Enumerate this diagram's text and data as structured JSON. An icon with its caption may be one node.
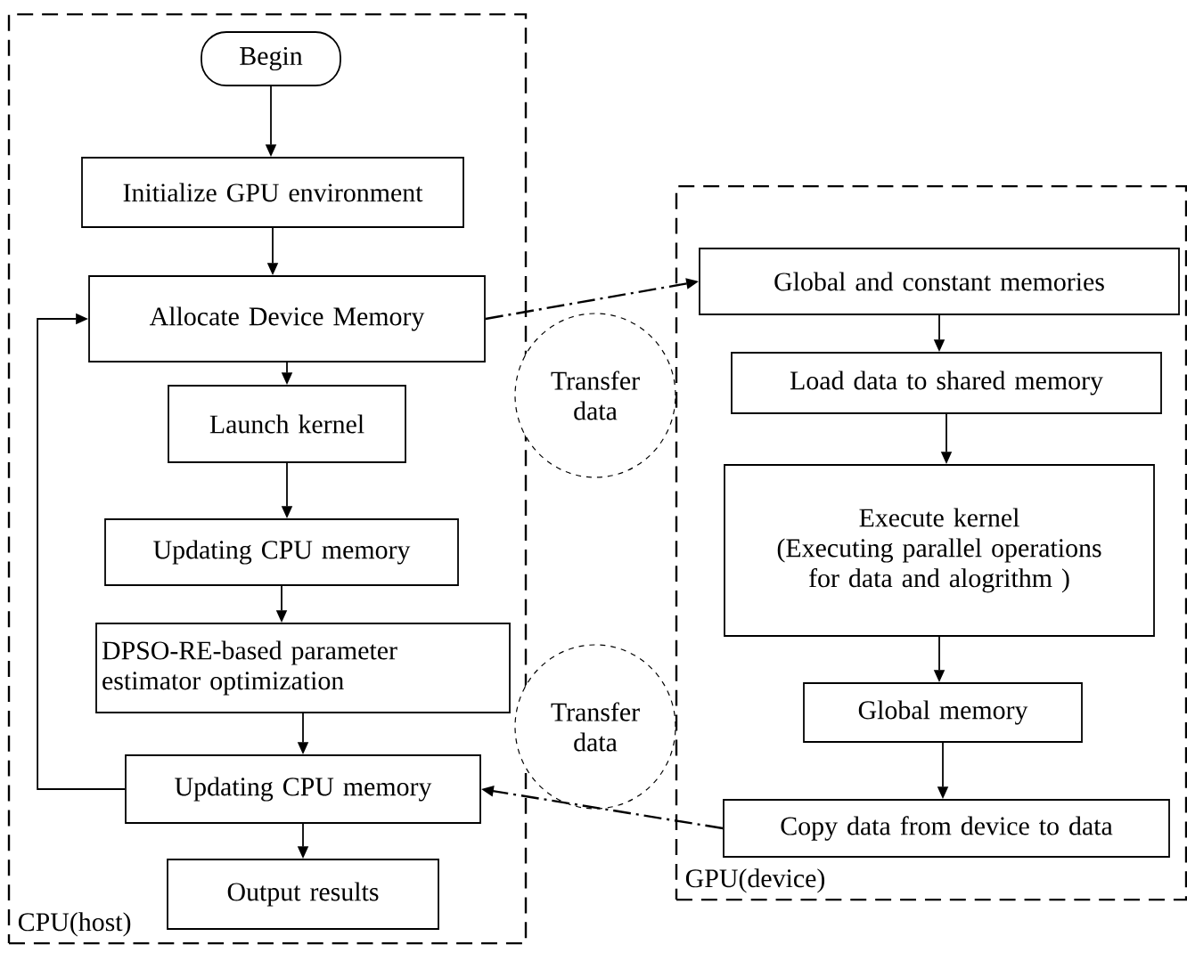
{
  "diagram": {
    "nodes": [
      {
        "text": [
          "CPU(host)"
        ]
      },
      {
        "text": [
          "Begin"
        ],
        "in": 0
      },
      {
        "text": [
          "Initialize GPU environment"
        ],
        "in": 0
      },
      {
        "text": [
          "Allocate Device Memory"
        ],
        "in": 0
      },
      {
        "text": [
          "Launch kernel"
        ],
        "in": 0
      },
      {
        "text": [
          "Updating CPU memory"
        ],
        "in": 0
      },
      {
        "text": [
          "DPSO-RE-based parameter estimator optimization"
        ],
        "in": 0
      },
      {
        "text": [
          "Updating CPU memory"
        ],
        "in": 0
      },
      {
        "text": [
          "Output results"
        ],
        "in": 0
      },
      {
        "text": [
          "GPU(device)"
        ]
      },
      {
        "text": [
          "Global and constant memories"
        ],
        "in": 9
      },
      {
        "text": [
          "Load data to shared memory"
        ],
        "in": 9
      },
      {
        "text": [
          "Execute kernel",
          "(Executing parallel operations for data and alogrithm )"
        ],
        "in": 9
      },
      {
        "text": [
          "Global memory"
        ],
        "in": 9
      },
      {
        "text": [
          "Copy data from device to data"
        ],
        "in": 9
      },
      {
        "text": [
          "Transfer data"
        ]
      },
      {
        "text": [
          "Transfer data"
        ]
      }
    ],
    "edges": [
      {
        "from": 1,
        "to": 2,
        "arrow": "to"
      },
      {
        "from": 2,
        "to": 3,
        "arrow": "to"
      },
      {
        "from": 3,
        "to": 4,
        "arrow": "to"
      },
      {
        "from": 4,
        "to": 5,
        "arrow": "to"
      },
      {
        "from": 5,
        "to": 6,
        "arrow": "to"
      },
      {
        "from": 6,
        "to": 7,
        "arrow": "to"
      },
      {
        "from": 7,
        "to": 8,
        "arrow": "to"
      },
      {
        "from": 7,
        "to": 3,
        "arrow": "to"
      },
      {
        "from": 3,
        "to": 10,
        "arrow": "to",
        "style": "dashed"
      },
      {
        "from": 10,
        "to": 11,
        "arrow": "to"
      },
      {
        "from": 11,
        "to": 12,
        "arrow": "to"
      },
      {
        "from": 12,
        "to": 13,
        "arrow": "to"
      },
      {
        "from": 13,
        "to": 14,
        "arrow": "to"
      },
      {
        "from": 14,
        "to": 7,
        "arrow": "to",
        "style": "dashed"
      }
    ]
  }
}
